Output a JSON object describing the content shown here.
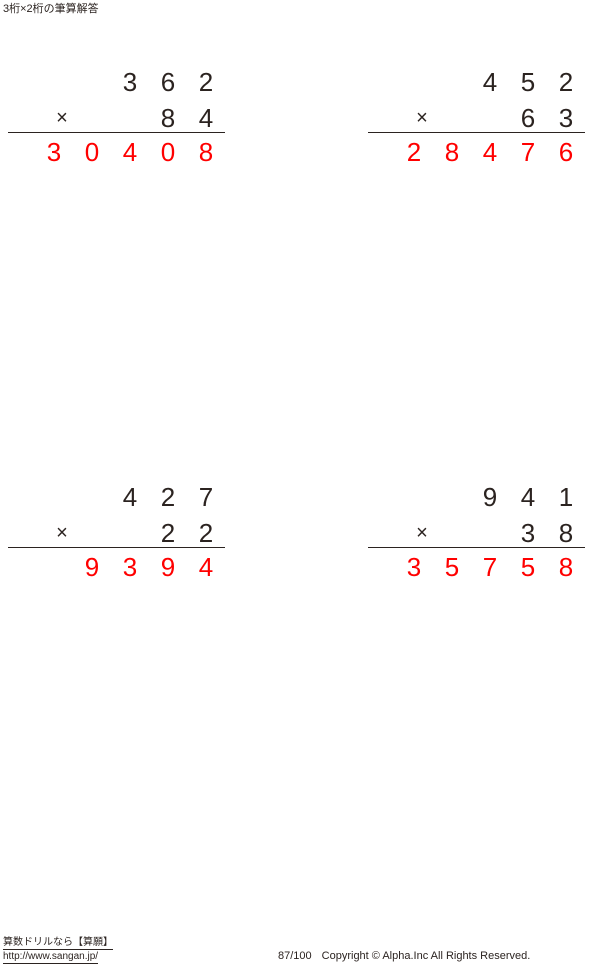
{
  "title": "3桁×2桁の筆算解答",
  "operator_symbol": "×",
  "colors": {
    "ink": "#2b2320",
    "answer": "#ff0000",
    "page": "#ffffff"
  },
  "problems": [
    {
      "id": "problem-1",
      "position": "top-left",
      "multiplicand": [
        "",
        "",
        "3",
        "6",
        "2"
      ],
      "multiplier": [
        "",
        "",
        "",
        "8",
        "4"
      ],
      "answer": [
        "3",
        "0",
        "4",
        "0",
        "8"
      ]
    },
    {
      "id": "problem-2",
      "position": "top-right",
      "multiplicand": [
        "",
        "",
        "4",
        "5",
        "2"
      ],
      "multiplier": [
        "",
        "",
        "",
        "6",
        "3"
      ],
      "answer": [
        "2",
        "8",
        "4",
        "7",
        "6"
      ]
    },
    {
      "id": "problem-3",
      "position": "bottom-left",
      "multiplicand": [
        "",
        "",
        "4",
        "2",
        "7"
      ],
      "multiplier": [
        "",
        "",
        "",
        "2",
        "2"
      ],
      "answer": [
        "",
        "9",
        "3",
        "9",
        "4"
      ]
    },
    {
      "id": "problem-4",
      "position": "bottom-right",
      "multiplicand": [
        "",
        "",
        "9",
        "4",
        "1"
      ],
      "multiplier": [
        "",
        "",
        "",
        "3",
        "8"
      ],
      "answer": [
        "3",
        "5",
        "7",
        "5",
        "8"
      ]
    }
  ],
  "footer": {
    "brand_line1": "算数ドリルなら【算願】",
    "brand_line2": "http://www.sangan.jp/",
    "page_number": "87/100",
    "copyright": "Copyright © Alpha.Inc All Rights Reserved."
  }
}
